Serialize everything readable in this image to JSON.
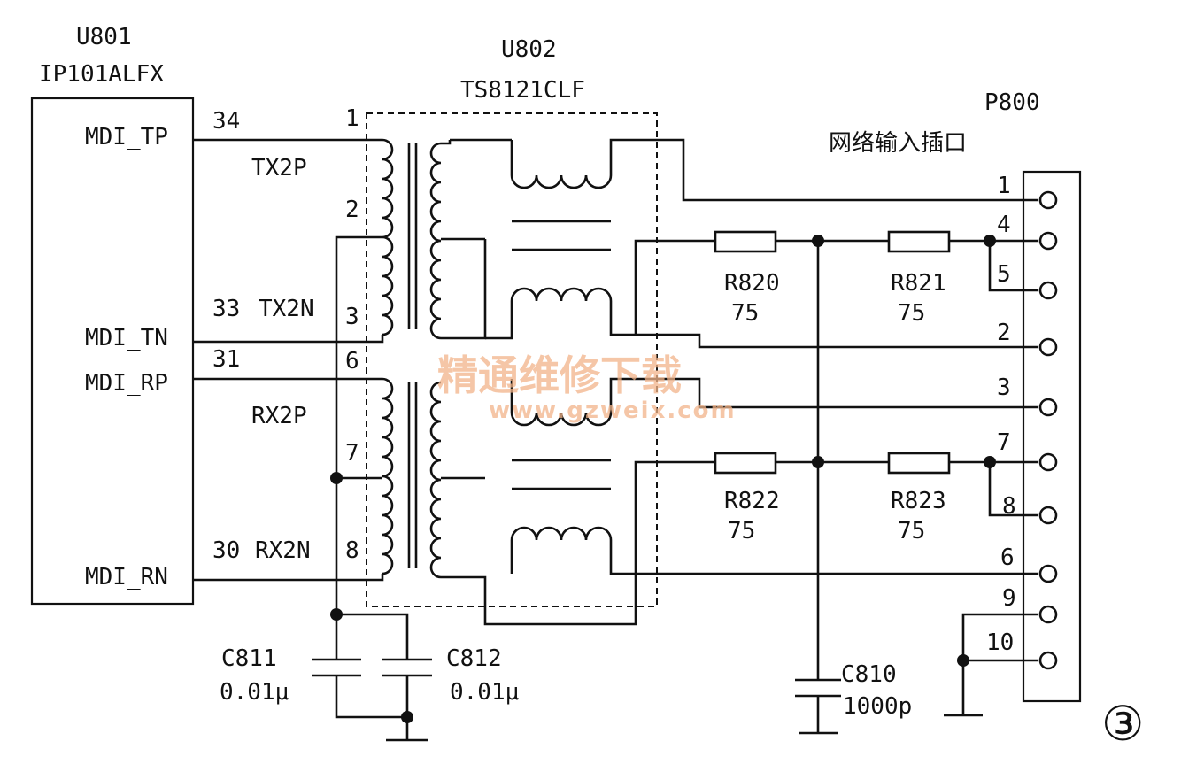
{
  "u801": {
    "ref": "U801",
    "part": "IP101ALFX",
    "pins": [
      "MDI_TP",
      "MDI_TN",
      "MDI_RP",
      "MDI_RN"
    ],
    "pin_numbers": [
      "34",
      "33",
      "31",
      "30"
    ]
  },
  "u802": {
    "ref": "U802",
    "part": "TS8121CLF",
    "pin_numbers": [
      "1",
      "2",
      "3",
      "6",
      "7",
      "8"
    ]
  },
  "nets": {
    "tx2p": "TX2P",
    "tx2n": "TX2N",
    "rx2p": "RX2P",
    "rx2n": "RX2N"
  },
  "p800": {
    "ref": "P800",
    "label": "网络输入插口",
    "pins": [
      "1",
      "4",
      "5",
      "2",
      "3",
      "7",
      "8",
      "6",
      "9",
      "10"
    ]
  },
  "resistors": [
    {
      "ref": "R820",
      "value": "75"
    },
    {
      "ref": "R821",
      "value": "75"
    },
    {
      "ref": "R822",
      "value": "75"
    },
    {
      "ref": "R823",
      "value": "75"
    }
  ],
  "capacitors": [
    {
      "ref": "C811",
      "value": "0.01μ"
    },
    {
      "ref": "C812",
      "value": "0.01μ"
    },
    {
      "ref": "C810",
      "value": "1000p"
    }
  ],
  "watermark": {
    "cn": "精通维修下载",
    "url": "www.gzweix.com"
  },
  "figure_mark": "③"
}
